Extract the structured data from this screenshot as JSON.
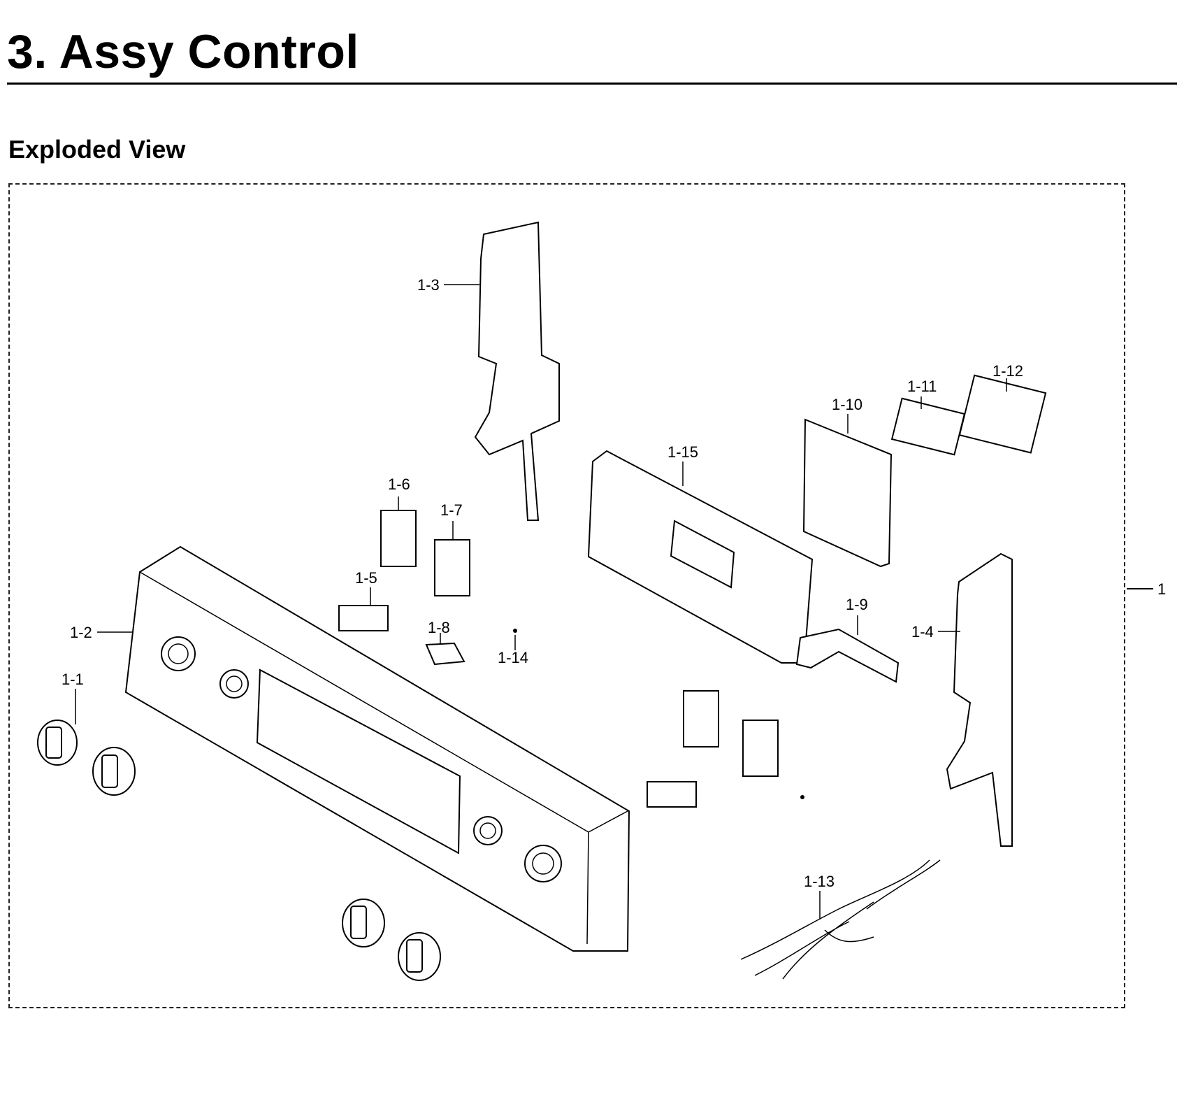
{
  "header": {
    "title": "3.  Assy Control",
    "subtitle": "Exploded View"
  },
  "diagram": {
    "assembly_label": "1",
    "callouts": [
      "1-1",
      "1-2",
      "1-3",
      "1-4",
      "1-5",
      "1-6",
      "1-7",
      "1-8",
      "1-9",
      "1-10",
      "1-11",
      "1-12",
      "1-13",
      "1-14",
      "1-15"
    ]
  }
}
